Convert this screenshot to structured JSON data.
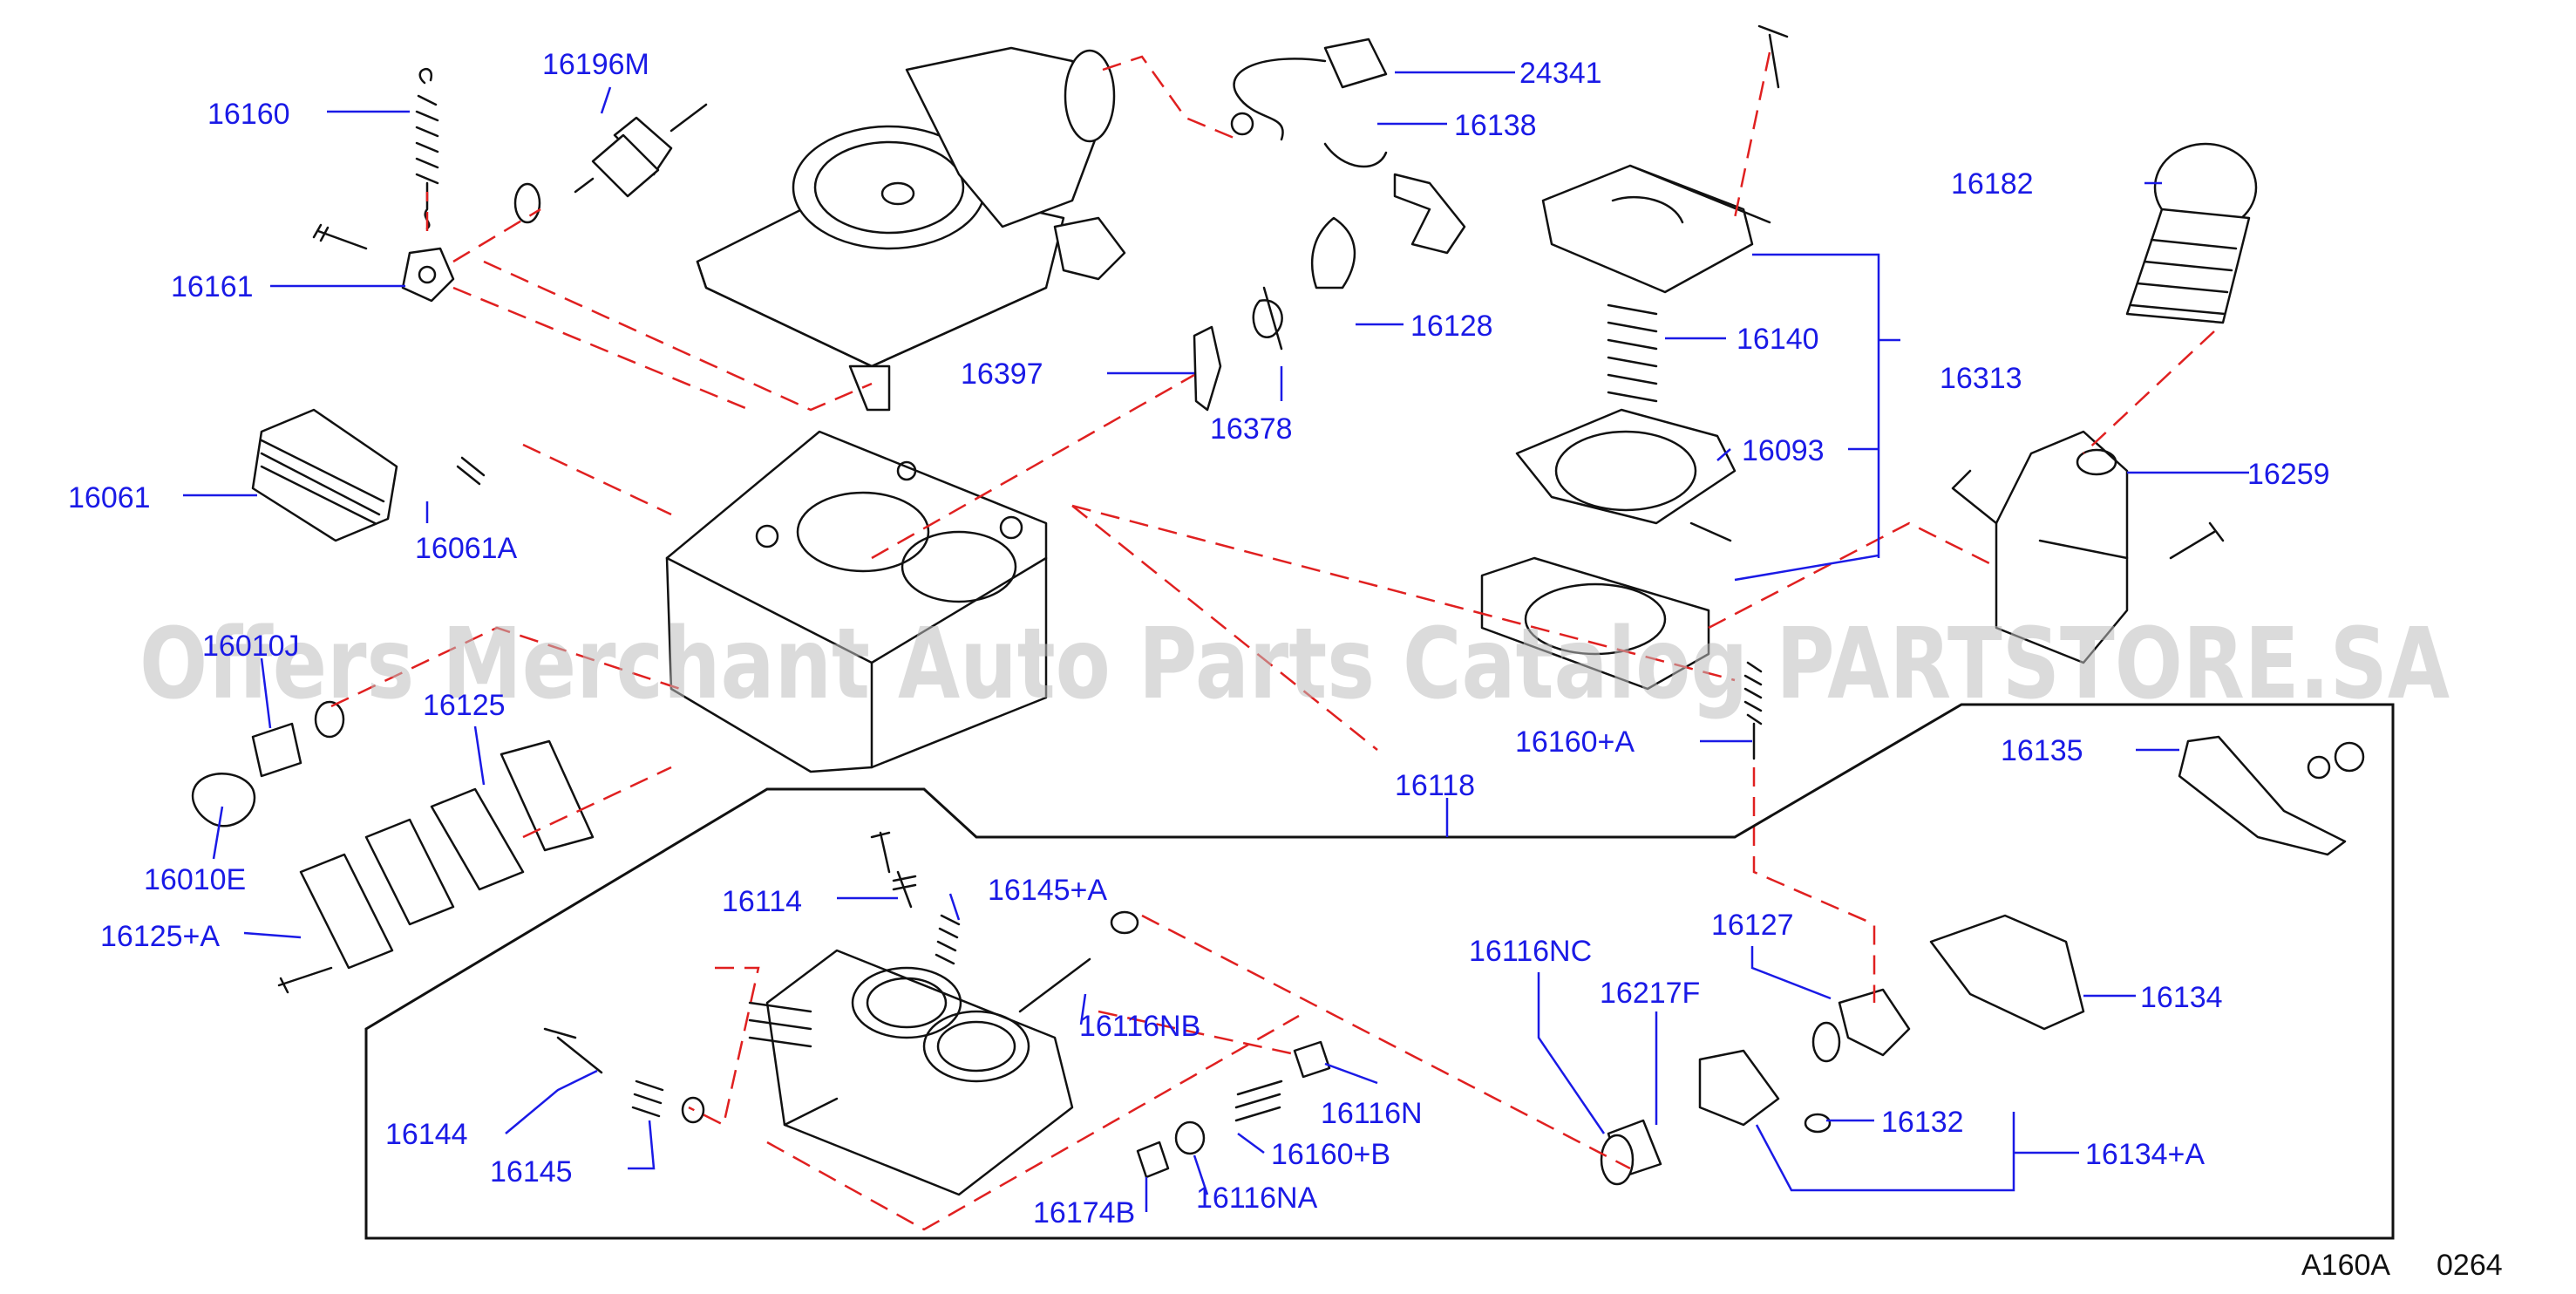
{
  "watermark": "Offers Merchant Auto Parts Catalog PARTSTORE.SA",
  "diagram_code": "A160A",
  "page_number": "0264",
  "labels": {
    "p16160": "16160",
    "p16196M": "16196M",
    "p24341": "24341",
    "p16138": "16138",
    "p16161": "16161",
    "p16128": "16128",
    "p16397": "16397",
    "p16378": "16378",
    "p16182": "16182",
    "p16140": "16140",
    "p16313": "16313",
    "p16093": "16093",
    "p16259": "16259",
    "p16061": "16061",
    "p16061A": "16061A",
    "p16010J": "16010J",
    "p16125": "16125",
    "p16160A": "16160+A",
    "p16135": "16135",
    "p16118": "16118",
    "p16010E": "16010E",
    "p16125A": "16125+A",
    "p16114": "16114",
    "p16145A": "16145+A",
    "p16127": "16127",
    "p16116NC": "16116NC",
    "p16217F": "16217F",
    "p16134": "16134",
    "p16116NB": "16116NB",
    "p16144": "16144",
    "p16116N": "16116N",
    "p16132": "16132",
    "p16134A": "16134+A",
    "p16160B": "16160+B",
    "p16145": "16145",
    "p16174B": "16174B",
    "p16116NA": "16116NA"
  }
}
